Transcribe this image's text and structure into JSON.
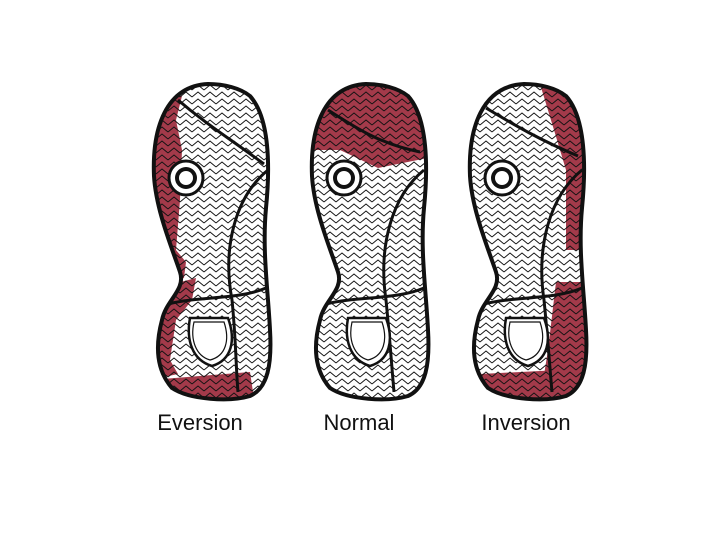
{
  "labels": {
    "eversion": "Eversion",
    "normal": "Normal",
    "inversion": "Inversion"
  },
  "colors": {
    "pressure": "#a33a4a",
    "outline": "#111111",
    "background": "#ffffff"
  },
  "icons": {
    "sole": "shoe-sole-icon",
    "ball_marker": "ball-marker-ring-icon",
    "heel_cup": "heel-cup-icon"
  }
}
